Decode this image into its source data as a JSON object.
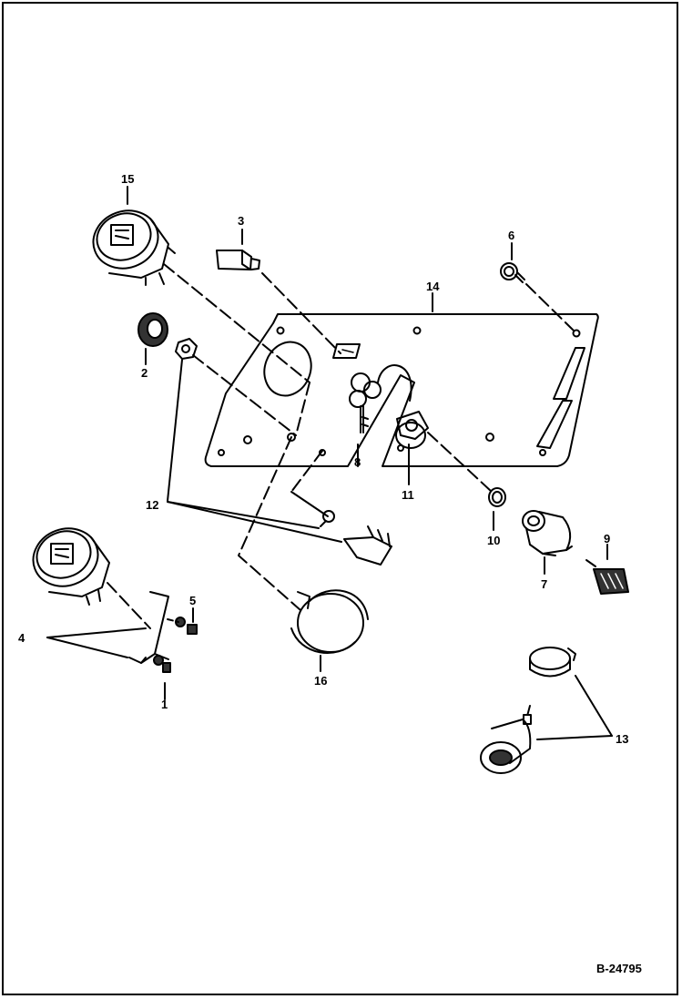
{
  "figure_id": "B-24795",
  "part_labels": {
    "p15": "15",
    "p3": "3",
    "p6": "6",
    "p14": "14",
    "p2": "2",
    "p8": "8",
    "p11": "11",
    "p12": "12",
    "p10": "10",
    "p9": "9",
    "p7": "7",
    "p4": "4",
    "p5": "5",
    "p1": "1",
    "p16": "16",
    "p13": "13"
  },
  "colors": {
    "ink": "#000000",
    "paper": "#ffffff",
    "shade": "#9a9a9a"
  }
}
